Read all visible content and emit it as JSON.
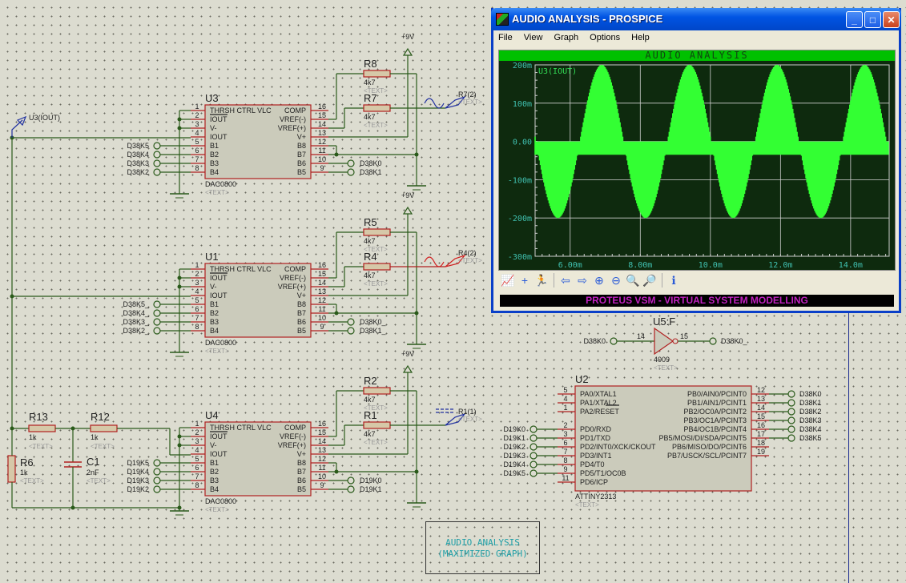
{
  "window": {
    "title": "AUDIO ANALYSIS - PROSPICE",
    "controls": {
      "minimize": "_",
      "maximize": "□",
      "close": "✕"
    },
    "menu": [
      "File",
      "View",
      "Graph",
      "Options",
      "Help"
    ],
    "toolbar": [
      {
        "name": "graph-edit-icon",
        "glyph": "📈"
      },
      {
        "name": "add-trace-icon",
        "glyph": "+"
      },
      {
        "name": "simulate-icon",
        "glyph": "🏃"
      },
      {
        "name": "pan-left-icon",
        "glyph": "⇦"
      },
      {
        "name": "pan-right-icon",
        "glyph": "⇨"
      },
      {
        "name": "zoom-in-icon",
        "glyph": "⊕"
      },
      {
        "name": "zoom-out-icon",
        "glyph": "⊖"
      },
      {
        "name": "zoom-all-icon",
        "glyph": "🔍"
      },
      {
        "name": "zoom-area-icon",
        "glyph": "🔎"
      },
      {
        "name": "graph-info-icon",
        "glyph": "ℹ"
      }
    ],
    "status": "PROTEUS VSM - VIRTUAL SYSTEM MODELLING"
  },
  "chart_data": {
    "type": "line",
    "title": "AUDIO ANALYSIS",
    "series": [
      {
        "name": "U3(IOUT)",
        "color": "#33ff33",
        "description": "sine envelope ~400Hz amplitude ~200m with PWM carrier, floor band ~0 to -35m"
      }
    ],
    "xlabel": "",
    "ylabel": "",
    "x_range_ms": [
      5.0,
      15.1
    ],
    "ylim": [
      -300,
      200
    ],
    "y_unit": "m",
    "yticks": [
      "200m",
      "100m",
      "0.00",
      "-100m",
      "-200m",
      "-300m"
    ],
    "ytick_values": [
      200,
      100,
      0,
      -100,
      -200,
      -300
    ],
    "xticks": [
      "6.00m",
      "8.00m",
      "10.0m",
      "12.0m",
      "14.0m"
    ],
    "xtick_values": [
      6,
      8,
      10,
      12,
      14
    ],
    "envelope": {
      "amplitude": 200,
      "period_ms": 2.5,
      "peaks_ms": [
        6.9,
        9.4,
        11.9,
        14.4
      ],
      "troughs_ms": [
        5.7,
        8.2,
        10.7,
        13.2
      ]
    },
    "grid": true,
    "legend": "top-left"
  },
  "schematic": {
    "probe_u3": "U3(IOUT)",
    "supply": "+9V",
    "text_placeholder": "<TEXT>",
    "dacs": [
      {
        "ref": "U3",
        "part": "DAC0800",
        "inputs": [
          "D38K5",
          "D38K4",
          "D38K3",
          "D38K2"
        ],
        "outputs": [
          "D38K0",
          "D38K1"
        ],
        "r_top": "R8",
        "r_bot": "R7",
        "rval": "4k7",
        "gen": "R7(2)",
        "gencolor": "#2030a0"
      },
      {
        "ref": "U1",
        "part": "DAC0800",
        "inputs": [
          "D38K5_",
          "D38K4_",
          "D38K3_",
          "D38K2_"
        ],
        "outputs": [
          "D38K0_",
          "D38K1_"
        ],
        "r_top": "R5",
        "r_bot": "R4",
        "rval": "4k7",
        "gen": "R4(2)",
        "gencolor": "#d02020"
      },
      {
        "ref": "U4",
        "part": "DAC0800",
        "inputs": [
          "D19K5",
          "D19K4",
          "D19K3",
          "D19K2"
        ],
        "outputs": [
          "D19K0",
          "D19K1"
        ],
        "r_top": "R2",
        "r_bot": "R1",
        "rval": "4k7",
        "gen": "R1(1)",
        "gencolor": "#2030a0"
      }
    ],
    "dac_left_pins": [
      {
        "num": "1",
        "label": "THRSH CTRL VLC"
      },
      {
        "num": "2",
        "label": "IOUT"
      },
      {
        "num": "3",
        "label": "V-"
      },
      {
        "num": "4",
        "label": "IOUT"
      },
      {
        "num": "5",
        "label": "B1"
      },
      {
        "num": "6",
        "label": "B2"
      },
      {
        "num": "7",
        "label": "B3"
      },
      {
        "num": "8",
        "label": "B4"
      }
    ],
    "dac_right_pins": [
      {
        "num": "16",
        "label": "COMP"
      },
      {
        "num": "15",
        "label": "VREF(-)"
      },
      {
        "num": "14",
        "label": "VREF(+)"
      },
      {
        "num": "13",
        "label": "V+"
      },
      {
        "num": "12",
        "label": "B8"
      },
      {
        "num": "11",
        "label": "B7"
      },
      {
        "num": "10",
        "label": "B6"
      },
      {
        "num": "9",
        "label": "B5"
      }
    ],
    "filter": [
      {
        "ref": "R13",
        "val": "1k"
      },
      {
        "ref": "R12",
        "val": "1k"
      },
      {
        "ref": "R6",
        "val": "1k"
      },
      {
        "ref": "C1",
        "val": "2nF"
      }
    ],
    "inverter": {
      "ref": "U5:F",
      "part": "4009",
      "in_net": "D38K0",
      "out_net": "D38K0_",
      "pin_in": "14",
      "pin_out": "15"
    },
    "mcu": {
      "ref": "U2",
      "part": "ATTINY2313",
      "left": [
        {
          "num": "5",
          "label": "PA0/XTAL1",
          "net": ""
        },
        {
          "num": "4",
          "label": "PA1/XTAL2",
          "net": ""
        },
        {
          "num": "1",
          "label": "PA2/RESET",
          "net": ""
        },
        {
          "num": "2",
          "label": "PD0/RXD",
          "net": "D19K0"
        },
        {
          "num": "3",
          "label": "PD1/TXD",
          "net": "D19K1"
        },
        {
          "num": "6",
          "label": "PD2/INT0/XCK/CKOUT",
          "net": "D19K2"
        },
        {
          "num": "7",
          "label": "PD3/INT1",
          "net": "D19K3"
        },
        {
          "num": "8",
          "label": "PD4/T0",
          "net": "D19K4"
        },
        {
          "num": "9",
          "label": "PD5/T1/OC0B",
          "net": "D19K5"
        },
        {
          "num": "11",
          "label": "PD6/ICP",
          "net": ""
        }
      ],
      "right": [
        {
          "num": "12",
          "label": "PB0/AIN0/PCINT0",
          "net": "D38K0"
        },
        {
          "num": "13",
          "label": "PB1/AIN1/PCINT1",
          "net": "D38K1"
        },
        {
          "num": "14",
          "label": "PB2/OC0A/PCINT2",
          "net": "D38K2"
        },
        {
          "num": "15",
          "label": "PB3/OC1A/PCINT3",
          "net": "D38K3"
        },
        {
          "num": "16",
          "label": "PB4/OC1B/PCINT4",
          "net": "D38K4"
        },
        {
          "num": "17",
          "label": "PB5/MOSI/DI/SDA/PCINT5",
          "net": "D38K5"
        },
        {
          "num": "18",
          "label": "PB6/MISO/DO/PCINT6",
          "net": ""
        },
        {
          "num": "19",
          "label": "PB7/USCK/SCL/PCINT7",
          "net": ""
        }
      ]
    },
    "note": {
      "line1": "AUDIO ANALYSIS",
      "line2": "(MAXIMIZED GRAPH)"
    }
  }
}
